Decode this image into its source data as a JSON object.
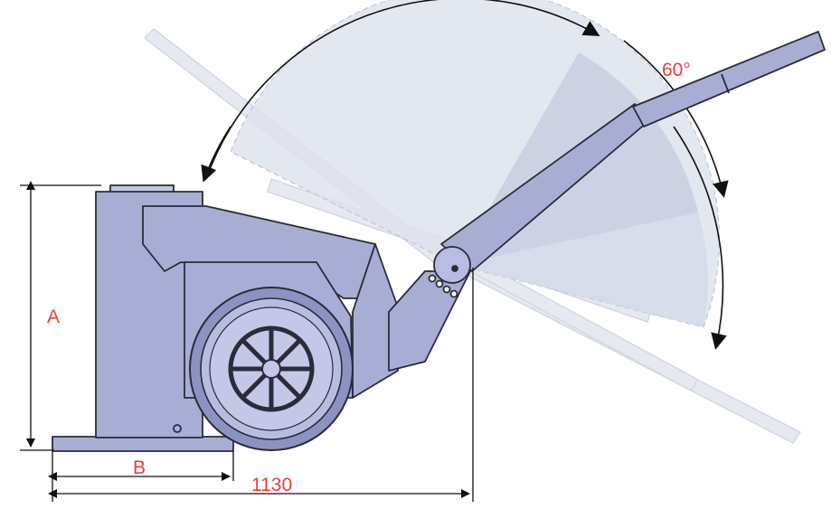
{
  "labels": {
    "angle": "60°",
    "height": "A",
    "base_width": "B",
    "overall_length": "1130"
  },
  "colors": {
    "label": "#e8403a",
    "body": "#a8aed3",
    "body_dark": "#8c93c0",
    "outline": "#2b2b3a",
    "ghost": "#d9dde9",
    "sector": "#c9cfe2",
    "dimension": "#111111"
  }
}
